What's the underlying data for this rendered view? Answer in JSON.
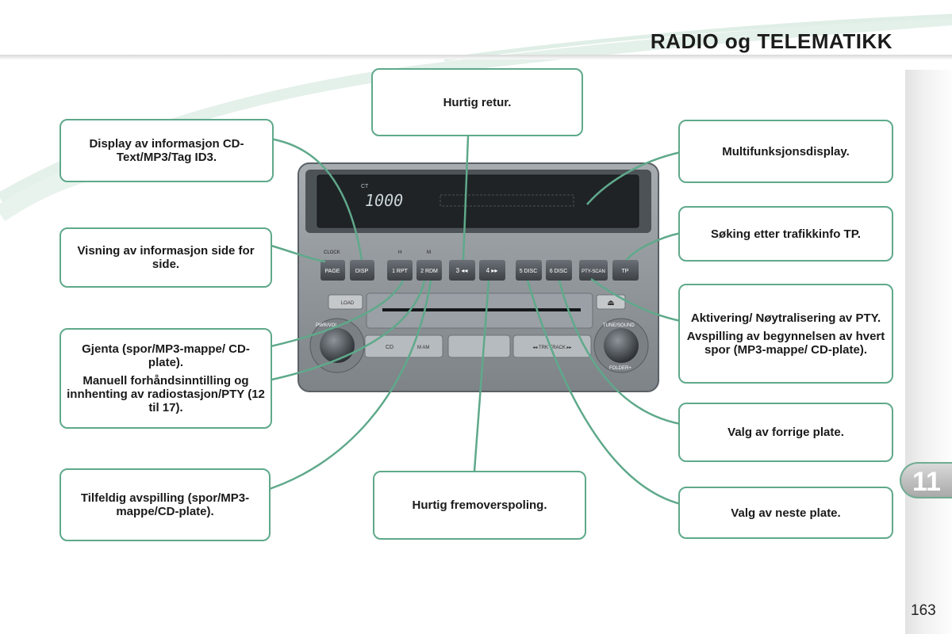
{
  "header": {
    "title": "RADIO og TELEMATIKK"
  },
  "chapter": {
    "number": "11"
  },
  "page": {
    "number": "163"
  },
  "callouts": {
    "display_info": "Display av informasjon CD-Text/MP3/Tag ID3.",
    "fast_rewind": "Hurtig retur.",
    "multifunction_display": "Multifunksjonsdisplay.",
    "page_by_page": "Visning av informasjon side for side.",
    "traffic_info": "Søking etter trafikkinfo TP.",
    "pty_toggle": "Aktivering/ Nøytralisering av PTY.",
    "track_start": "Avspilling av begynnelsen av hvert spor (MP3-mappe/ CD-plate).",
    "repeat": "Gjenta (spor/MP3-mappe/ CD-plate).",
    "manual_preset": "Manuell forhåndsinntilling og innhenting av radiostasjon/PTY (12 til 17).",
    "previous_disc": "Valg av forrige plate.",
    "random_play": "Tilfeldig avspilling (spor/MP3-mappe/CD-plate).",
    "fast_forward": "Hurtig fremoverspoling.",
    "next_disc": "Valg av neste plate."
  },
  "radio": {
    "display_ct": "CT",
    "display_time": "1000",
    "labels": {
      "clock": "CLOCK",
      "h": "H",
      "m": "M",
      "rew_icon": "◁"
    },
    "buttons": {
      "page": "PAGE",
      "disp": "DISP",
      "b1": "1 RPT",
      "b2": "2 RDM",
      "b3": "3 ◂◂",
      "b4": "4 ▸▸",
      "b5": "5 DISC",
      "b6": "6 DISC",
      "ptyscan": "PTY-SCAN",
      "tp": "TP",
      "load": "LOAD",
      "cd": "CD",
      "am": "M AM",
      "trk": "◂◂ TRK TRACK ▸▸",
      "eject": "⏏"
    },
    "knob_labels": {
      "left": "PWR/VOL",
      "right": "TUNE/SOUND",
      "right_bottom": "FOLDER+"
    }
  }
}
